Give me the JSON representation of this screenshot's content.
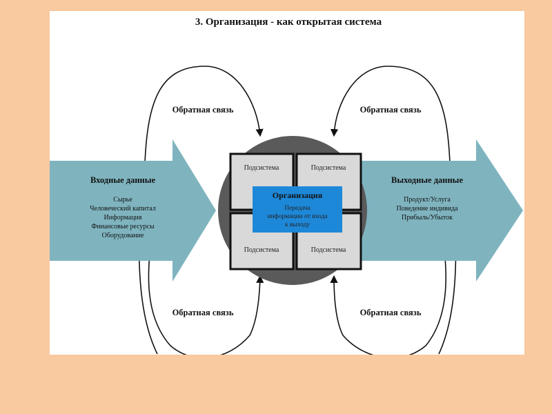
{
  "diagram": {
    "title": "3. Организация - как открытая система",
    "feedback_label": "Обратная связь",
    "input": {
      "heading": "Входные данные",
      "items": [
        "Сырье",
        "Человеческий капитал",
        "Информация",
        "Финансовые ресурсы",
        "Оборудование"
      ]
    },
    "output": {
      "heading": "Выходные данные",
      "items": [
        "Продукт/Услуга",
        "Поведение индивида",
        "Прибыль/Убыток"
      ]
    },
    "subsystem_label": "Подсистема",
    "organization": {
      "title": "Организация",
      "description": [
        "Передача",
        "информации от входа",
        "к выходу"
      ]
    },
    "colors": {
      "background": "#f9c9a0",
      "arrow_fill": "#7fb4bf",
      "circle": "#5a5a5a",
      "subsystem_fill": "#d9d9d9",
      "org_fill": "#1e88d8"
    }
  }
}
